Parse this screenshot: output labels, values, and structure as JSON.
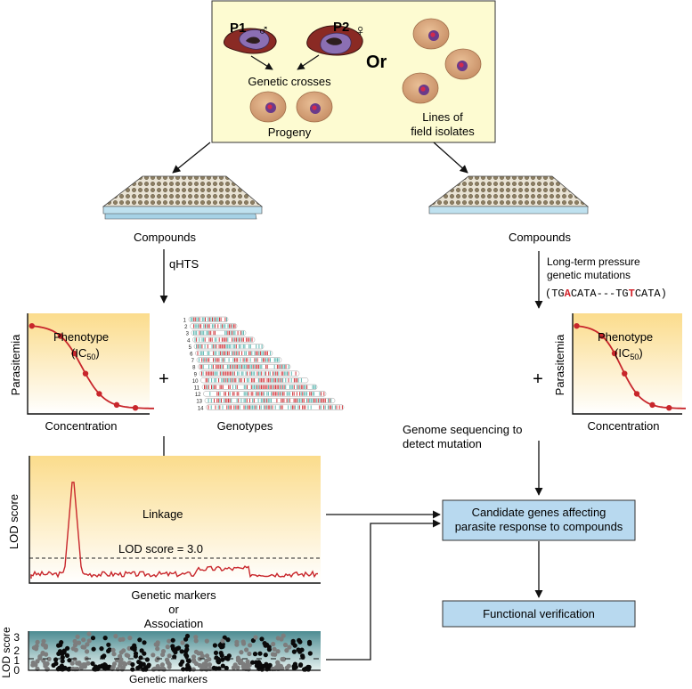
{
  "top_panel": {
    "p1_label": "P1",
    "p1_symbol": "♂",
    "p2_label": "P2",
    "p2_symbol": "♀",
    "or_label": "Or",
    "genetic_crosses": "Genetic crosses",
    "progeny": "Progeny",
    "field_isolates_line1": "Lines of",
    "field_isolates_line2": "field isolates"
  },
  "left_column": {
    "plate_label": "Compounds",
    "step_label": "qHTS",
    "dose_response": {
      "ylabel": "Parasitemia",
      "xlabel": "Concentration",
      "phenotype_label": "Phenotype",
      "ic_label": "(IC",
      "ic_sub": "50",
      "ic_close": ")"
    },
    "plus": "+",
    "genotypes_label": "Genotypes",
    "genotype_rows": [
      "1",
      "2",
      "3",
      "4",
      "5",
      "6",
      "7",
      "8",
      "9",
      "10",
      "11",
      "12",
      "13",
      "14"
    ],
    "linkage": {
      "ylabel": "LOD score",
      "title": "Linkage",
      "threshold_label": "LOD score = 3.0",
      "xlabel_line1": "Genetic markers",
      "xlabel_line2": "or",
      "xlabel_line3": "Association"
    },
    "association": {
      "ylabel": "LOD score",
      "ticks": [
        "3",
        "2",
        "1",
        "0"
      ],
      "xlabel": "Genetic markers"
    }
  },
  "right_column": {
    "plate_label": "Compounds",
    "step_line1": "Long-term pressure",
    "step_line2": "genetic mutations",
    "sequence": {
      "open": "(TG",
      "mut1": "A",
      "mid": "CATA---TG",
      "mut2": "T",
      "close": "CATA)"
    },
    "plus": "+",
    "dose_response": {
      "ylabel": "Parasitemia",
      "xlabel": "Concentration",
      "phenotype_label": "Phenotype",
      "ic_label": "(IC",
      "ic_sub": "50",
      "ic_close": ")"
    },
    "sequencing_line1": "Genome sequencing to",
    "sequencing_line2": "detect mutation"
  },
  "boxes": {
    "candidate_line1": "Candidate genes affecting",
    "candidate_line2": "parasite response to compounds",
    "verification": "Functional verification"
  },
  "colors": {
    "top_panel_fill": "#fdfbd1",
    "gradient_top": "#fbdc8c",
    "curve_red": "#c8262b",
    "box_blue": "#b8d9ef",
    "assoc_top": "#4d8c92",
    "assoc_bottom": "#e6f2f0"
  }
}
